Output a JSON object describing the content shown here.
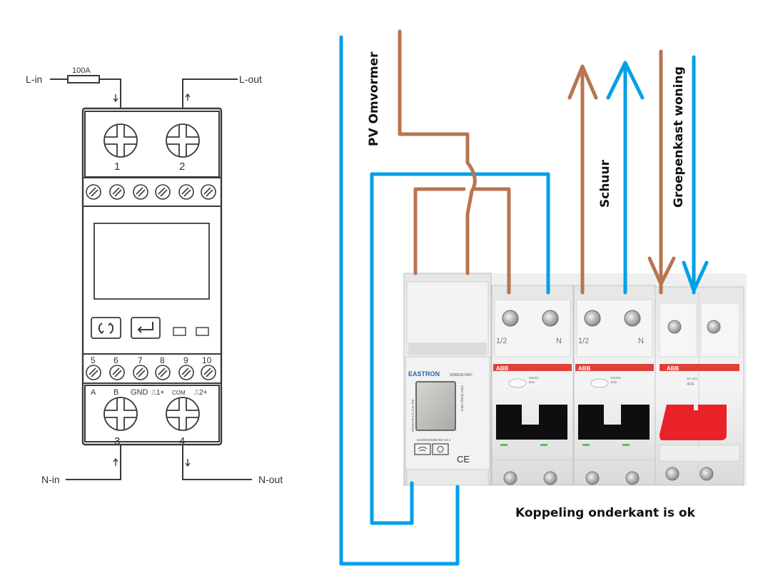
{
  "colors": {
    "line": "#3a3a3a",
    "live_wire": "#b87550",
    "neutral_wire": "#00a0e8",
    "abb_red": "#e0403a",
    "rcd_red": "#e82228",
    "breaker_black": "#0e0e0e",
    "indicator_green": "#5cc05c"
  },
  "schematic": {
    "fuse_label": "100A",
    "l_in": "L-in",
    "l_out": "L-out",
    "n_in": "N-in",
    "n_out": "N-out",
    "main_terminals": [
      "1",
      "2",
      "3",
      "4"
    ],
    "aux_terminals": [
      "5",
      "6",
      "7",
      "8",
      "9",
      "10"
    ],
    "aux_labels": [
      "A",
      "B",
      "GND",
      "⎍1+",
      "COM",
      "⎍2+"
    ],
    "buttons": [
      {
        "icon": "cycle-icon"
      },
      {
        "icon": "enter-icon"
      }
    ]
  },
  "photo": {
    "meter_brand": "EASTRON",
    "meter_model": "SDM230-WIFI",
    "meter_side_left": "EN50470-1/3 Cl.B 3X6",
    "meter_side_right": "230V 5(45)A 50Hz",
    "meter_footer": "6120/5G/SDM 5W V4.4",
    "breaker_brand": "ABB",
    "breaker_model": "DS201",
    "breaker_rating": "B16",
    "breaker_pole_labels": [
      "1/2",
      "N"
    ],
    "rcd_rating": "40A",
    "rcd_model": "SD 202"
  },
  "labels": {
    "pv_inverter": "PV Omvormer",
    "shed": "Schuur",
    "house_panel": "Groepenkast woning",
    "note": "Koppeling onderkant is ok"
  }
}
